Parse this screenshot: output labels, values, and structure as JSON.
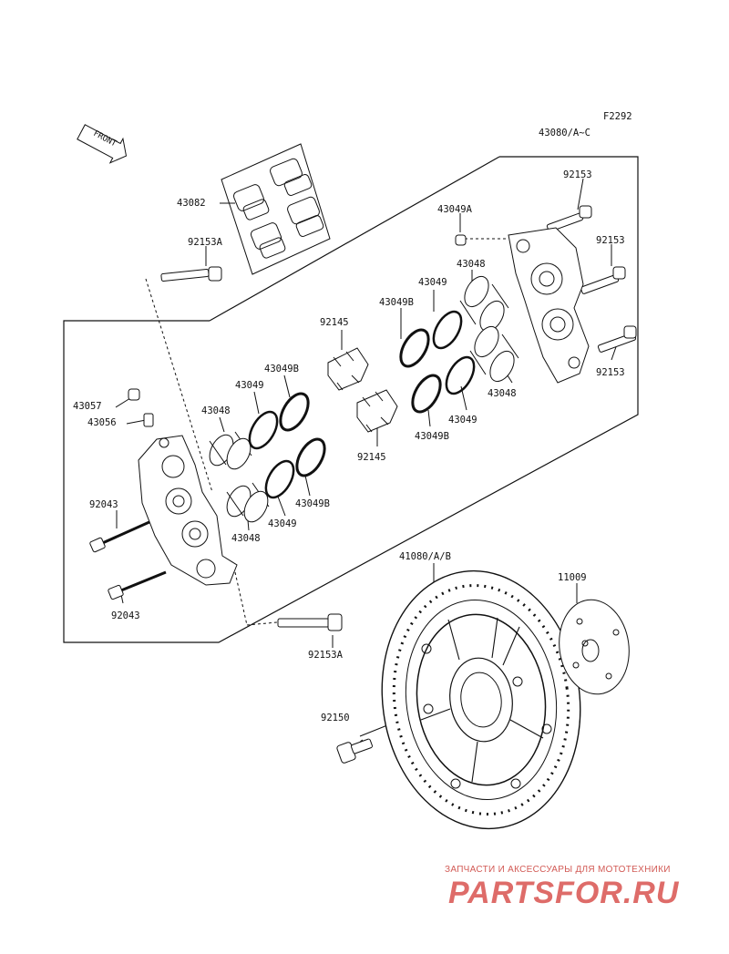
{
  "diagram": {
    "figure_code": "F2292",
    "front_marker": "FRONT",
    "part_labels": {
      "p43080": "43080/A~C",
      "p92153_top": "92153",
      "p43049A": "43049A",
      "p92153_r1": "92153",
      "p43082": "43082",
      "p92153A_top": "92153A",
      "p43048_r1": "43048",
      "p43049_r1": "43049",
      "p43049B_r1": "43049B",
      "p92145_a": "92145",
      "p92153_r2": "92153",
      "p43048_r2": "43048",
      "p43049_r2": "43049",
      "p43049B_r2": "43049B",
      "p92145_b": "92145",
      "p43057": "43057",
      "p43056": "43056",
      "p43048_l1": "43048",
      "p43049_l1": "43049",
      "p43049B_l1": "43049B",
      "p92043_a": "92043",
      "p43049B_l2": "43049B",
      "p43049_l2": "43049",
      "p43048_l2": "43048",
      "p41080": "41080/A/B",
      "p11009": "11009",
      "p92043_b": "92043",
      "p92153A_bot": "92153A",
      "p92150": "92150"
    }
  },
  "watermark": {
    "tagline": "ЗАПЧАСТИ И АКСЕССУАРЫ ДЛЯ МОТОТЕХНИКИ",
    "logo_text": "PARTSFOR.RU"
  }
}
